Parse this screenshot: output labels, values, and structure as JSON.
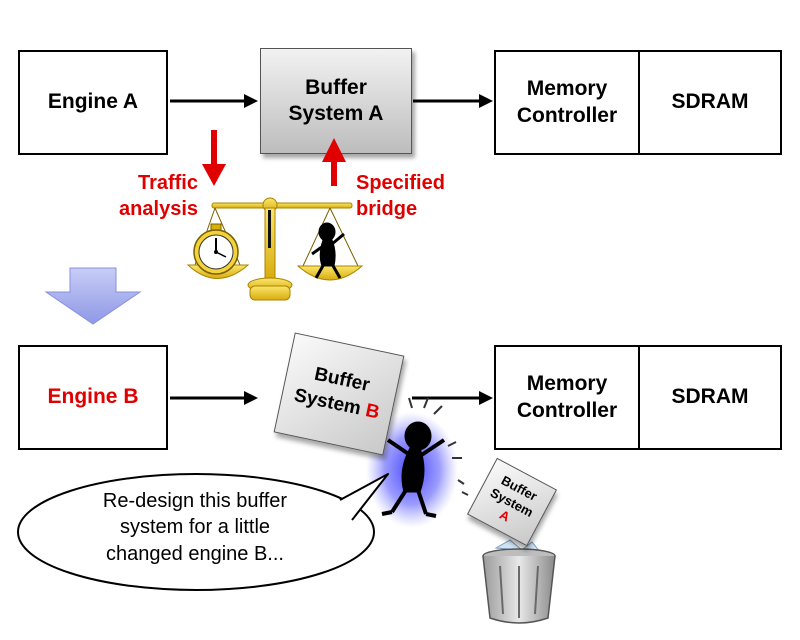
{
  "top_row": {
    "engine": "Engine A",
    "buffer_line1": "Buffer",
    "buffer_line2": "System A",
    "memory_line1": "Memory",
    "memory_line2": "Controller",
    "sdram": "SDRAM"
  },
  "annotations": {
    "traffic_line1": "Traffic",
    "traffic_line2": "analysis",
    "specified_line1": "Specified",
    "specified_line2": "bridge"
  },
  "bottom_row": {
    "engine": "Engine B",
    "buffer_line1": "Buffer",
    "buffer_line2": "System",
    "buffer_letter": "B",
    "memory_line1": "Memory",
    "memory_line2": "Controller",
    "sdram": "SDRAM"
  },
  "discarded": {
    "line1": "Buffer",
    "line2": "System",
    "letter": "A"
  },
  "speech": {
    "line1": "Re-design this buffer",
    "line2": "system for a little",
    "line3": "changed engine B..."
  },
  "colors": {
    "accent_red": "#e00000",
    "arrow_blue": "#a9b3ee",
    "scale_gold": "#e8c41a",
    "glow_blue": "#3a3aff"
  }
}
